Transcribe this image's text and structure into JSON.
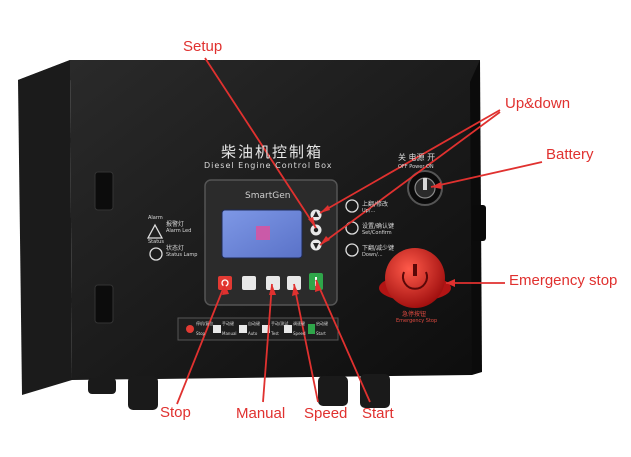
{
  "box": {
    "title_cn": "柴油机控制箱",
    "title_en": "Diesel Engine Control Box",
    "brand": "SmartGen"
  },
  "callouts": {
    "setup": "Setup",
    "updown": "Up&down",
    "battery": "Battery",
    "emergency": "Emergency stop",
    "stop": "Stop",
    "manual": "Manual",
    "speed": "Speed",
    "start": "Start"
  },
  "indicators": {
    "alarm_cn": "报警灯",
    "alarm_en": "Alarm",
    "alarm_sub": "Alarm Led",
    "status_cn": "状态灯",
    "status_en": "Status",
    "status_sub": "Status Lamp"
  },
  "right_labels": {
    "up_cn": "上翻/修改",
    "up_en": "Up/...",
    "set_cn": "设置/确认键",
    "set_en": "Set/Confirm",
    "down_cn": "下翻/减少键",
    "down_en": "Down/...",
    "power_cn": "关  电源  开",
    "power_en": "OFF  Power  ON",
    "estop_cn": "急停按钮",
    "estop_en": "Emergency Stop"
  },
  "legend": {
    "items": [
      "停机/复位",
      "手动键",
      "自动键",
      "手动/测试",
      "调速键",
      "启动键"
    ],
    "items_en": [
      "Stop",
      "Manual",
      "Auto",
      "Test",
      "Speed",
      "Start"
    ]
  },
  "colors": {
    "callout": "#e0312f",
    "box": "#121212",
    "emergency": "#c8191a"
  }
}
